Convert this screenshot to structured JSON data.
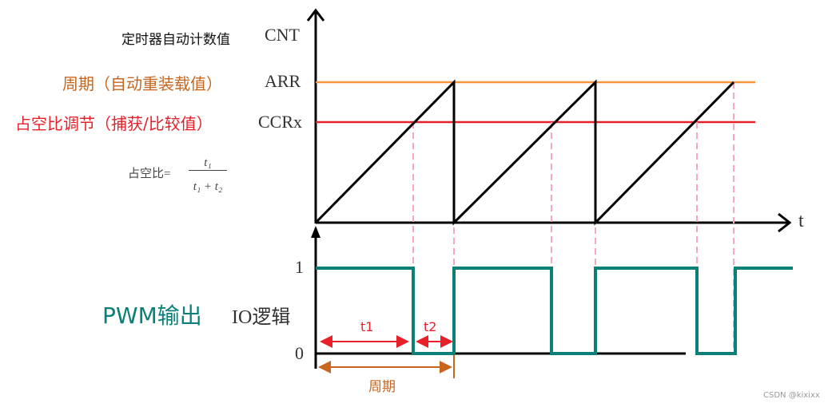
{
  "labels": {
    "cnt_cn": "定时器自动计数值",
    "cnt": "CNT",
    "arr_cn": "周期（自动重装载值）",
    "arr": "ARR",
    "ccr_cn": "占空比调节（捕获/比较值）",
    "ccr": "CCRx",
    "duty_prefix": "占空比=",
    "duty_num": "t₁",
    "duty_den": "t₁ + t₂",
    "t_axis": "t",
    "high": "1",
    "low": "0",
    "pwm": "PWM输出",
    "io": "IO逻辑",
    "t1": "t1",
    "t2": "t2",
    "period": "周期",
    "watermark": "CSDN @kixixx"
  },
  "colors": {
    "arr": "#f5943a",
    "ccr": "#e8202a",
    "pwm": "#0a8078",
    "period": "#c8651e",
    "dash": "#f7a8c0"
  }
}
